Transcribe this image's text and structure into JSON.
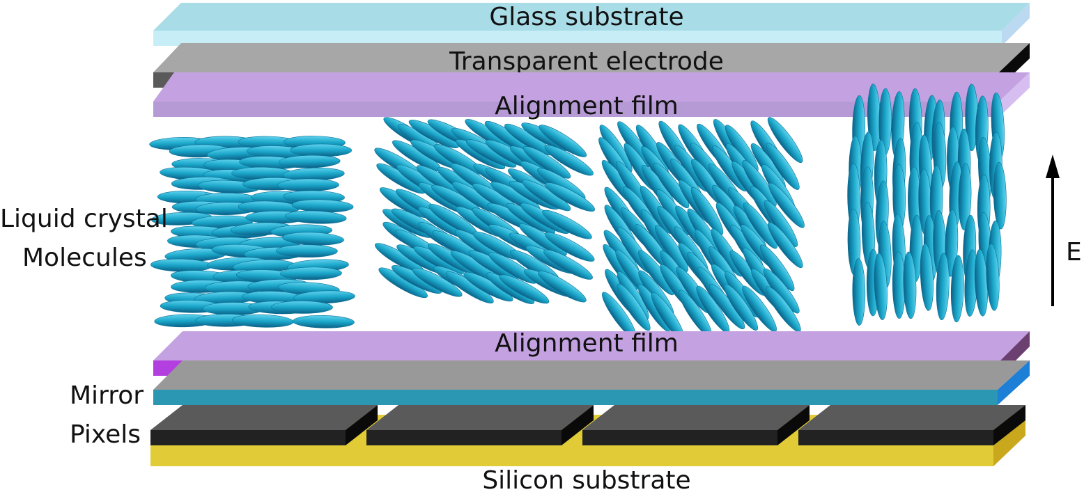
{
  "layers": {
    "glass": {
      "label": "Glass substrate",
      "color": "#a8dce6"
    },
    "electrode": {
      "label": "Transparent electrode",
      "color": "#a7a7a7"
    },
    "alignment_top": {
      "label": "Alignment film",
      "color": "#c4a2e1"
    },
    "alignment_bottom": {
      "label": "Alignment film",
      "color": "#c4a2e1"
    },
    "mirror": {
      "color": "#2b97b3"
    },
    "pixels": {
      "color": "#2b2b2b"
    },
    "silicon": {
      "label": "Silicon substrate",
      "color": "#e1cc37"
    }
  },
  "side_labels": {
    "liquid_crystal_line1": "Liquid crystal",
    "liquid_crystal_line2": "Molecules",
    "mirror": "Mirror",
    "pixels": "Pixels"
  },
  "field": {
    "label": "E"
  },
  "molecule_groups": [
    {
      "name": "lc-group-horizontal",
      "tilt_degrees": 0
    },
    {
      "name": "lc-group-tilted-30",
      "tilt_degrees": 30
    },
    {
      "name": "lc-group-tilted-55",
      "tilt_degrees": 55
    },
    {
      "name": "lc-group-vertical",
      "tilt_degrees": 90
    }
  ],
  "molecule_color": "#1aa6c9"
}
